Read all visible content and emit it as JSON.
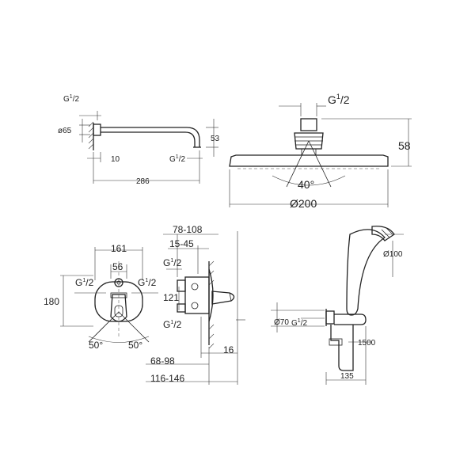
{
  "shower_arm": {
    "thread_top": "G",
    "thread_top_num": "1",
    "thread_top_den": "2",
    "diameter": "ø65",
    "length_inner": "10",
    "thread_bottom": "G",
    "thread_bottom_num": "1",
    "thread_bottom_den": "2",
    "height": "53",
    "total_length": "286"
  },
  "head_shower": {
    "thread": "G",
    "thread_num": "1",
    "thread_den": "2",
    "height": "58",
    "angle": "40°",
    "diameter": "Ø200"
  },
  "mixer_front": {
    "width_outer": "161",
    "width_inner": "56",
    "thread_left": "G",
    "thread_left_num": "1",
    "thread_left_den": "2",
    "thread_right": "G",
    "thread_right_num": "1",
    "thread_right_den": "2",
    "height": "180",
    "angle_left": "50°",
    "angle_right": "50°"
  },
  "mixer_side": {
    "depth_range": "78-108",
    "wall_range": "15-45",
    "thread_top": "G",
    "thread_top_num": "1",
    "thread_top_den": "2",
    "height": "121",
    "thread_bottom": "G",
    "thread_bottom_num": "1",
    "thread_bottom_den": "2",
    "projection": "16",
    "range_a": "68-98",
    "range_b": "116-146"
  },
  "hand_shower": {
    "head_diameter": "Ø100",
    "outlet_diameter": "Ø70",
    "thread": "G",
    "thread_num": "1",
    "thread_den": "2",
    "hose_length": "1500",
    "depth": "135"
  }
}
